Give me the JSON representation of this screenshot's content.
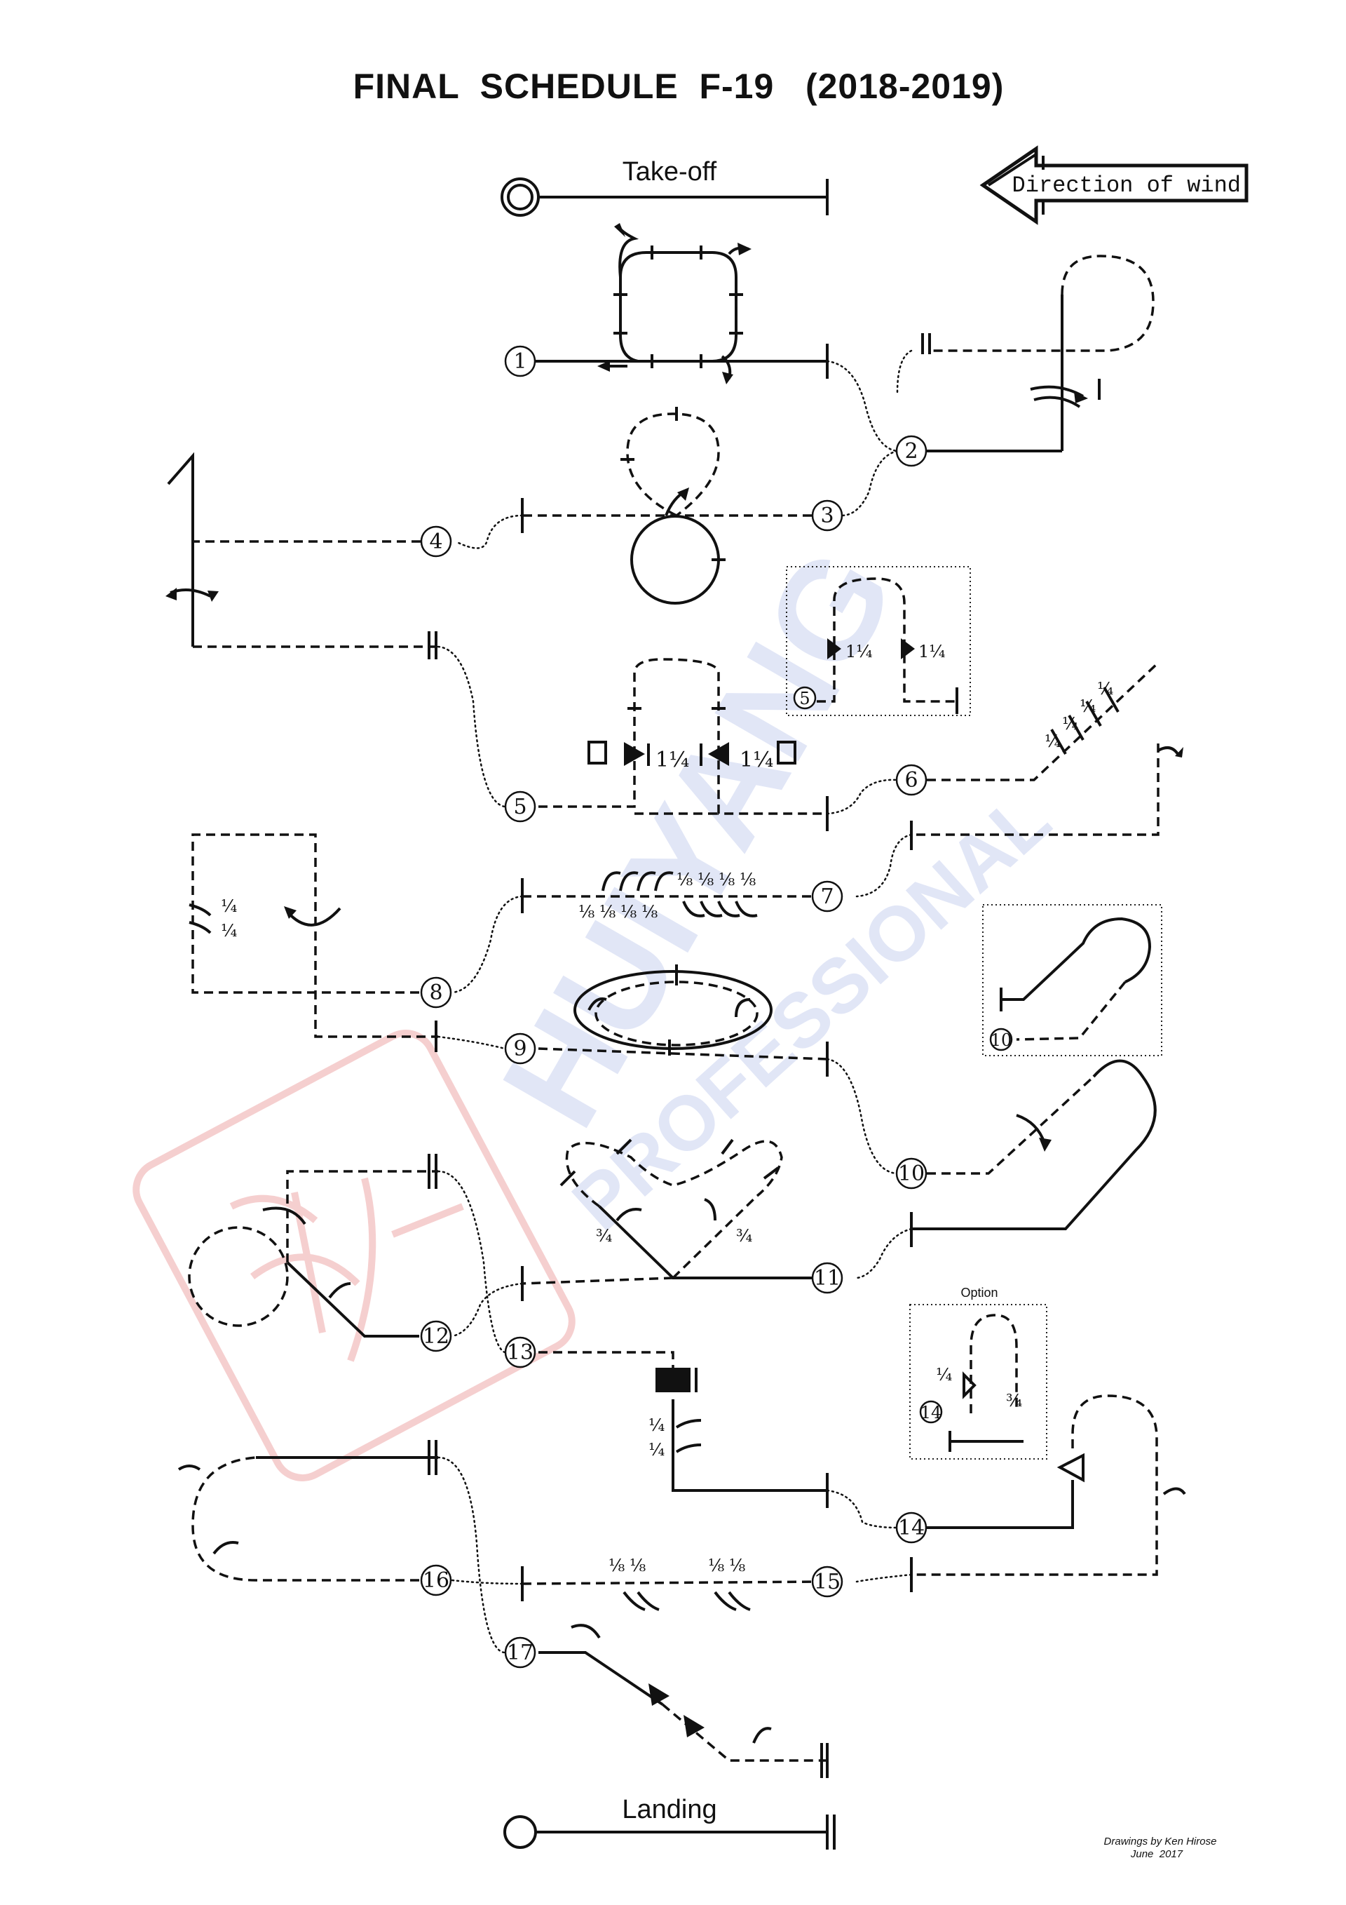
{
  "title": "FINAL  SCHEDULE  F-19   (2018-2019)",
  "takeoff_label": "Take-off",
  "landing_label": "Landing",
  "wind_label": "Direction of wind",
  "option_label": "Option",
  "credit_line1": "Drawings by Ken Hirose",
  "credit_line2": "June  2017",
  "watermark_top": "HUIYANG",
  "watermark_bottom": "PROFESSIONAL",
  "manoeuvres": [
    {
      "number": "1"
    },
    {
      "number": "2"
    },
    {
      "number": "3"
    },
    {
      "number": "4"
    },
    {
      "number": "5"
    },
    {
      "number": "6"
    },
    {
      "number": "7"
    },
    {
      "number": "8"
    },
    {
      "number": "9"
    },
    {
      "number": "10"
    },
    {
      "number": "11"
    },
    {
      "number": "12"
    },
    {
      "number": "13"
    },
    {
      "number": "14"
    },
    {
      "number": "15"
    },
    {
      "number": "16"
    },
    {
      "number": "17"
    }
  ],
  "inset_numbers": {
    "m5": "5",
    "m10": "10",
    "m14": "14"
  },
  "fractions": {
    "one_quarter": "¼",
    "one_and_quarter": "1¼",
    "three_quarter": "¾",
    "one_eighth": "⅛"
  }
}
